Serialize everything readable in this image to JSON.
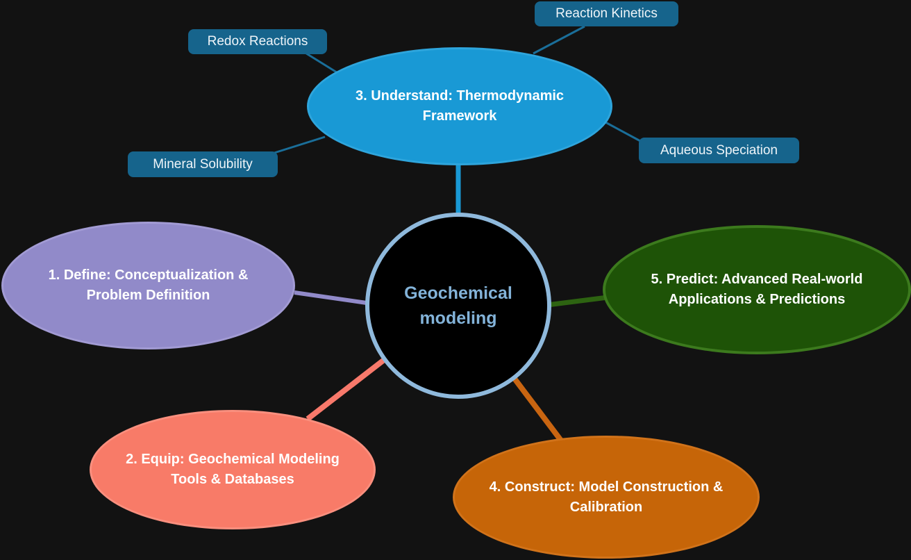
{
  "diagram": {
    "type": "mindmap",
    "background_color": "#121212",
    "center": {
      "label": "Geochemical modeling",
      "fill": "#000000",
      "border_color": "#8FB9DC",
      "text_color": "#83B3D9"
    },
    "nodes": [
      {
        "id": "define",
        "label": "1. Define: Conceptualization & Problem Definition",
        "fill": "#918AC9",
        "text_color": "#FFFFFF"
      },
      {
        "id": "equip",
        "label": "2. Equip: Geochemical Modeling Tools & Databases",
        "fill": "#F87B68",
        "text_color": "#FFFFFF"
      },
      {
        "id": "understand",
        "label": "3. Understand: Thermodynamic Framework",
        "fill": "#1999D5",
        "text_color": "#FFFFFF"
      },
      {
        "id": "construct",
        "label": "4. Construct: Model Construction & Calibration",
        "fill": "#C66508",
        "text_color": "#FFFFFF"
      },
      {
        "id": "predict",
        "label": "5. Predict: Advanced Real-world Applications & Predictions",
        "fill": "#1E5307",
        "text_color": "#FFFFFF"
      }
    ],
    "subtopics": [
      {
        "id": "reaction-kinetics",
        "label": "Reaction Kinetics",
        "parent": "understand"
      },
      {
        "id": "redox-reactions",
        "label": "Redox Reactions",
        "parent": "understand"
      },
      {
        "id": "mineral-solubility",
        "label": "Mineral Solubility",
        "parent": "understand"
      },
      {
        "id": "aqueous-speciation",
        "label": "Aqueous Speciation",
        "parent": "understand"
      }
    ],
    "subtopic_style": {
      "fill": "#16648C",
      "text_color": "#EFF5F9"
    },
    "edge_colors": {
      "to_define": "#918AC9",
      "to_equip": "#F8796B",
      "to_understand": "#1999D5",
      "to_construct": "#C96511",
      "to_predict": "#2D6311",
      "subtopic_links": "#1A6E99"
    }
  }
}
